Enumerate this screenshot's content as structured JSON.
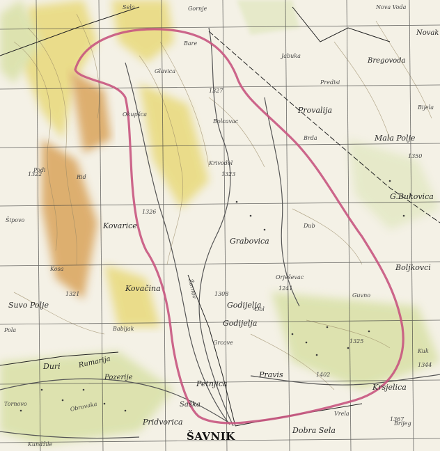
{
  "map": {
    "colors": {
      "paper": "#f4f1e6",
      "grid": "#3b3b3b",
      "boundary": "#c8557f",
      "terrain_yellow": "#e8d97a",
      "terrain_orange": "#d9a35a",
      "lowland_green": "#d8e0a6",
      "river": "#555555"
    },
    "places": {
      "savnik": "ŠAVNIK",
      "pridvorica": "Pridvorica",
      "dobra_sela": "Dobra Sela",
      "petnjica": "Petnjica",
      "pravis": "Pravis",
      "godijelja_upper": "Godijelja",
      "godijelja_lower": "Godijelja",
      "grabovica": "Grabovica",
      "kovacina": "Kovačina",
      "suvo_polje": "Suvo Polje",
      "durI": "Duri",
      "kovarice": "Kovarice",
      "pozerije": "Pozerije",
      "rumarija": "Rumarija",
      "provalija": "Provalija",
      "buscovic": "G.Bukovica",
      "boljkovci": "Boljkovci",
      "mali_polje": "Mala Polje",
      "bregovoda": "Bregovoda",
      "novak": "Novak",
      "okupsca": "Okupšca",
      "saska": "Saška",
      "krsjelica": "Krsjelica",
      "brijeg": "Brijeg",
      "obrovaka": "Obrovaka",
      "kundzile": "Kundžile",
      "tornovo": "Tornovo",
      "pola": "Pola",
      "bolcavac": "Bolcavac",
      "orjesevac": "Orješevac",
      "grcove": "Grcove",
      "krivodol": "Krivodol",
      "bare": "Bare",
      "brda": "Brda",
      "zarnov": "Žarnov",
      "kosa": "Kosa",
      "jabuka": "Jabuka",
      "predisi": "Predisi",
      "gornje": "Gornje",
      "nova_voda": "Nova Voda",
      "sipovo": "Šipovo",
      "podi": "Podi",
      "dub": "Dub",
      "kuk": "Kuk",
      "bijela": "Bijela",
      "glavica": "Glavica",
      "sela": "Sela",
      "rid": "Rid",
      "guvno": "Guvno",
      "dol": "Dol",
      "babljak": "Babljak",
      "vrela": "Vrela"
    },
    "spot_heights": [
      "1327",
      "1323",
      "1322",
      "1321",
      "1326",
      "1308",
      "1325",
      "1350",
      "1402",
      "1344",
      "1367",
      "1241"
    ]
  }
}
